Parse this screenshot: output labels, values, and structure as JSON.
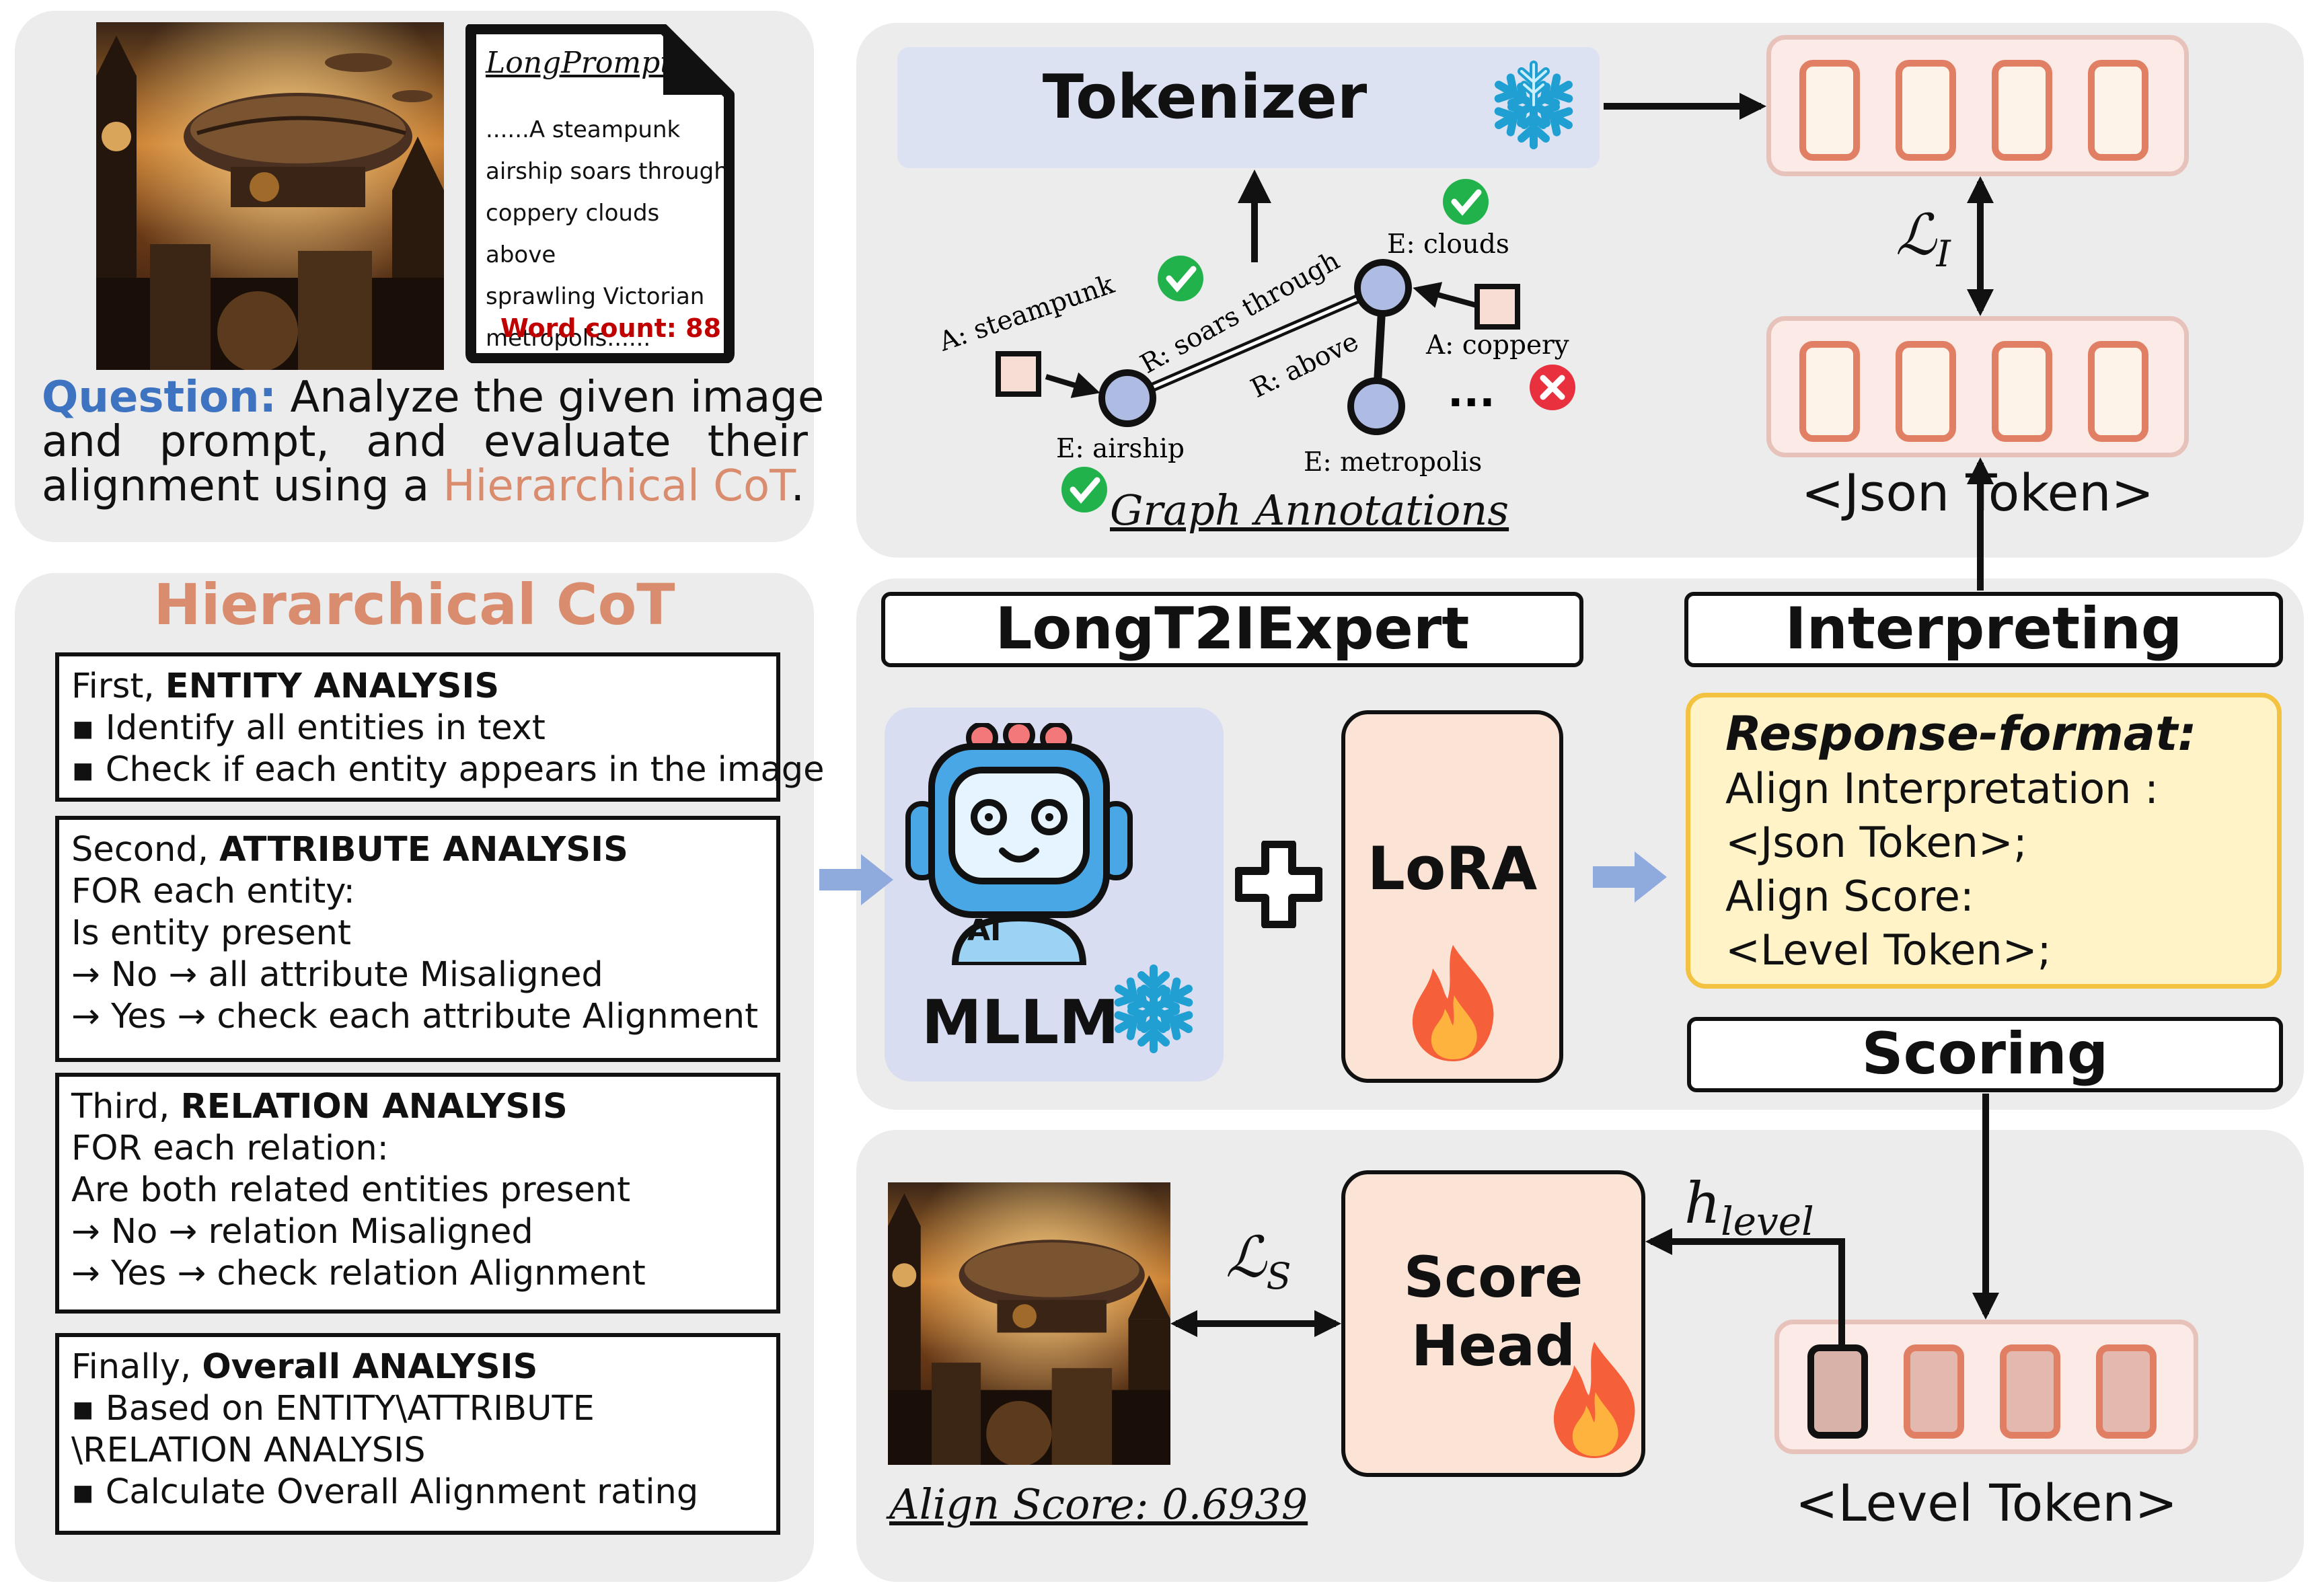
{
  "question_panel": {
    "document_title": "LongPrompt",
    "prompt_lines": [
      "......A steampunk",
      "airship soars through",
      "coppery clouds above",
      "sprawling Victorian",
      "metropolis......"
    ],
    "word_count": "Word count: 88",
    "question_label": "Question:",
    "question_lines": [
      "Analyze the given image",
      "and prompt, and evaluate their",
      "alignment using a"
    ],
    "question_highlight": "Hierarchical CoT",
    "question_end": "."
  },
  "cot_panel": {
    "title": "Hierarchical CoT",
    "entity": {
      "prefix": "First,",
      "heading": "ENTITY ANALYSIS",
      "lines": [
        "▪ Identify all entities in text",
        "▪ Check if each entity appears in the image"
      ]
    },
    "attribute": {
      "prefix": "Second,",
      "heading": "ATTRIBUTE ANALYSIS",
      "lines": [
        "FOR each entity:",
        "Is entity present",
        "→ No → all attribute Misaligned",
        "→ Yes → check each attribute Alignment"
      ]
    },
    "relation": {
      "prefix": "Third,",
      "heading": "RELATION ANALYSIS",
      "lines": [
        "FOR each relation:",
        "Are both related entities present",
        "→ No → relation Misaligned",
        "→ Yes → check relation Alignment"
      ]
    },
    "overall": {
      "prefix": "Finally,",
      "heading": "Overall ANALYSIS",
      "lines": [
        "▪ Based on ENTITY\\ATTRIBUTE",
        "\\RELATION ANALYSIS",
        "▪ Calculate Overall Alignment rating"
      ]
    }
  },
  "top_panel": {
    "tokenizer_label": "Tokenizer",
    "loss_i_main": "ℒ",
    "loss_i_sub": "I",
    "json_token_label": "<Json Token>",
    "graph": {
      "node_airship": "E: airship",
      "node_clouds": "E: clouds",
      "node_metropolis": "E: metropolis",
      "attr_steampunk": "A: steampunk",
      "attr_coppery": "A: coppery",
      "rel_soars": "R: soars through",
      "rel_above": "R: above",
      "ellipsis": "...",
      "caption": "Graph Annotations"
    }
  },
  "middle_panel": {
    "expert_label": "LongT2IExpert",
    "mllm_label": "MLLM",
    "robot_badge": "AI",
    "lora_label": "LoRA",
    "interpreting_label": "Interpreting",
    "response_title": "Response-format:",
    "response_lines": [
      "Align Interpretation :",
      "<Json Token>;",
      "Align Score:",
      "<Level Token>;"
    ],
    "scoring_label": "Scoring"
  },
  "bottom_panel": {
    "loss_s_main": "ℒ",
    "loss_s_sub": "S",
    "score_head_lines": [
      "Score",
      "Head"
    ],
    "h_level_main": "h",
    "h_level_sub": "level",
    "level_token_label": "<Level Token>",
    "align_score": "Align Score: 0.6939"
  },
  "colors": {
    "panel_bg": "#ececec",
    "accent_orange": "#d98d6e",
    "question_blue": "#3e73c2",
    "tokenizer_bg": "#dde2f2",
    "mllm_bg": "#d8ddf1",
    "lora_bg": "#fbe3d6",
    "token_border": "#e07f64",
    "response_bg": "#fff3c7",
    "response_border": "#f3c241",
    "arrow_blue": "#8faadc",
    "check_green": "#22b24c",
    "cross_red": "#e8303f",
    "word_count_red": "#c00000"
  }
}
